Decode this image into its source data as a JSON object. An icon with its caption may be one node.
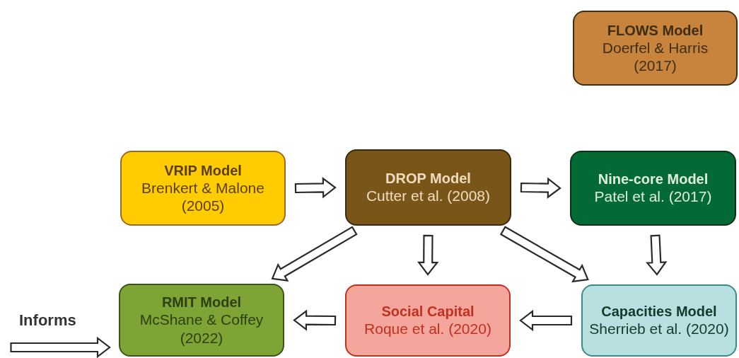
{
  "diagram": {
    "nodes": [
      {
        "text": [
          "FLOWS Model",
          "Doerfel & Harris (2017)"
        ]
      },
      {
        "text": [
          "VRIP Model",
          "Brenkert & Malone (2005)"
        ]
      },
      {
        "text": [
          "DROP Model",
          "Cutter et al. (2008)"
        ]
      },
      {
        "text": [
          "Nine-core Model",
          "Patel et al. (2017)"
        ]
      },
      {
        "text": [
          "RMIT Model",
          "McShane & Coffey (2022)"
        ]
      },
      {
        "text": [
          "Social Capital",
          "Roque et al. (2020)"
        ]
      },
      {
        "text": [
          "Capacities Model",
          "Sherrieb et al. (2020)"
        ]
      }
    ],
    "edges": [
      {
        "from": 1,
        "to": 2,
        "arrow": "to"
      },
      {
        "from": 2,
        "to": 3,
        "arrow": "to"
      },
      {
        "from": 2,
        "to": 4,
        "arrow": "to"
      },
      {
        "from": 2,
        "to": 5,
        "arrow": "to"
      },
      {
        "from": 2,
        "to": 6,
        "arrow": "to"
      },
      {
        "from": 3,
        "to": 6,
        "arrow": "to"
      },
      {
        "from": 5,
        "to": 4,
        "arrow": "to"
      },
      {
        "from": 6,
        "to": 5,
        "arrow": "to"
      }
    ],
    "legend": [
      {
        "text": "Informs"
      }
    ]
  }
}
